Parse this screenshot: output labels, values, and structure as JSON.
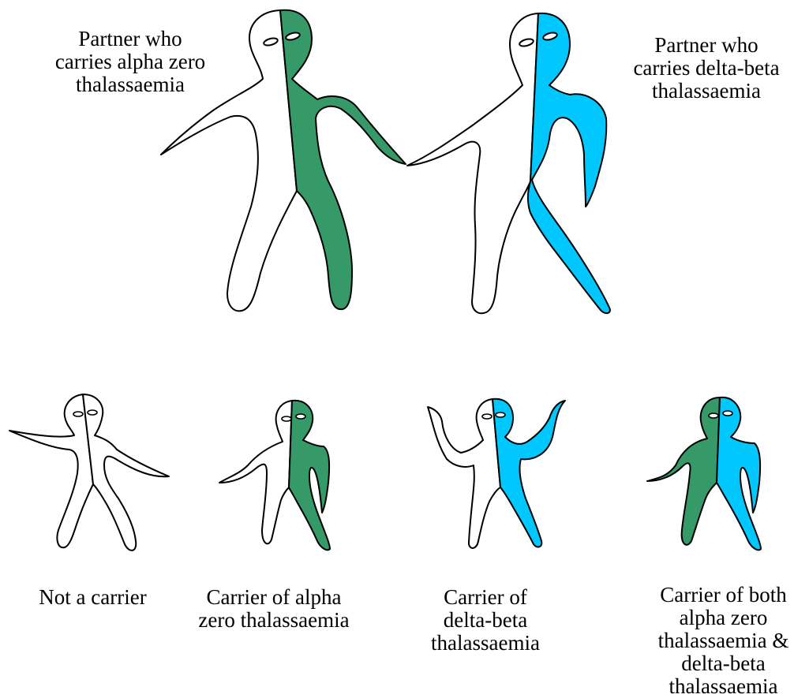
{
  "colors": {
    "alpha_zero": "#359A68",
    "delta_beta": "#00C8FF",
    "unaffected": "#FFFFFF",
    "outline": "#000000"
  },
  "parents": [
    {
      "lines": [
        "Partner who",
        "carries alpha zero",
        "thalassaemia"
      ],
      "left_half": "unaffected",
      "right_half": "alpha_zero"
    },
    {
      "lines": [
        "Partner who",
        "carries delta-beta",
        "thalassaemia"
      ],
      "left_half": "unaffected",
      "right_half": "delta_beta"
    }
  ],
  "children": [
    {
      "lines": [
        "Not a carrier"
      ],
      "left_half": "unaffected",
      "right_half": "unaffected"
    },
    {
      "lines": [
        "Carrier of alpha",
        "zero thalassaemia"
      ],
      "left_half": "unaffected",
      "right_half": "alpha_zero"
    },
    {
      "lines": [
        "Carrier of",
        "delta-beta",
        "thalassaemia"
      ],
      "left_half": "unaffected",
      "right_half": "delta_beta"
    },
    {
      "lines": [
        "Carrier of both",
        "alpha zero",
        "thalassaemia &",
        "delta-beta",
        "thalassaemia"
      ],
      "left_half": "alpha_zero",
      "right_half": "delta_beta"
    }
  ]
}
